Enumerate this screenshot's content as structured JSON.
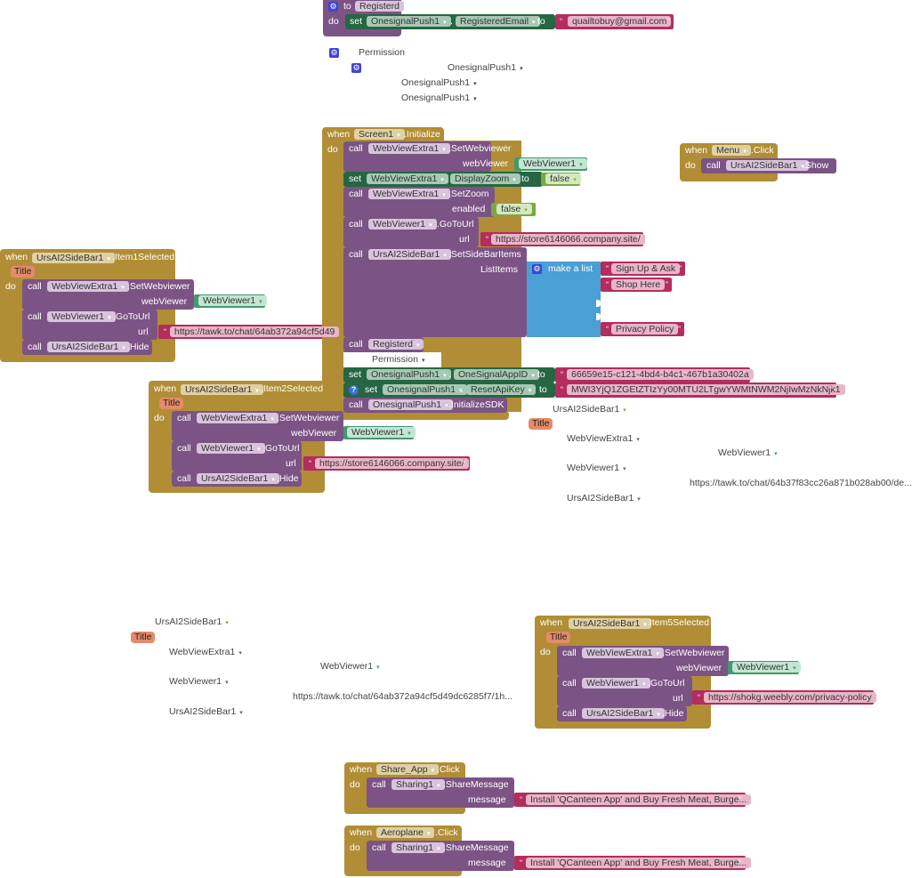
{
  "procedure_registerd": {
    "to_kw": "to",
    "name": "Registerd",
    "do_kw": "do",
    "set_kw": "set",
    "component": "OnesignalPush1",
    "property": "RegisteredEmail",
    "to2_kw": "to",
    "value": "quailtobuy@gmail.com"
  },
  "ghost_permission": {
    "label": "Permission",
    "lines": [
      "OnesignalPush1",
      "OnesignalPush1",
      "OnesignalPush1"
    ]
  },
  "screen_init": {
    "when_kw": "when",
    "component": "Screen1",
    "event": ".Initialize",
    "do_kw": "do",
    "stmts": {
      "s1": {
        "kw": "call",
        "component": "WebViewExtra1",
        "method": ".SetWebviewer",
        "arg_name": "webViewer",
        "arg_value": "WebViewer1"
      },
      "s2": {
        "kw": "set",
        "component": "WebViewExtra1",
        "property": "DisplayZoom",
        "to_kw": "to",
        "value": "false"
      },
      "s3": {
        "kw": "call",
        "component": "WebViewExtra1",
        "method": ".SetZoom",
        "arg_name": "enabled",
        "arg_value": "false"
      },
      "s4": {
        "kw": "call",
        "component": "WebViewer1",
        "method": ".GoToUrl",
        "arg_name": "url",
        "arg_value": "https://store6146066.company.site/"
      },
      "s5": {
        "kw": "call",
        "component": "UrsAI2SideBar1",
        "method": ".SetSideBarItems",
        "arg_name": "ListItems",
        "list_label": "make a list",
        "items": [
          "Sign Up & Ask",
          "Shop Here",
          "Privacy Policy"
        ]
      },
      "s6": {
        "kw": "call",
        "procedure": "Registerd",
        "arg_name": "Permission"
      },
      "s7": {
        "kw": "set",
        "component": "OnesignalPush1",
        "property": "OneSignalAppID",
        "to_kw": "to",
        "value": "66659e15-c121-4bd4-b4c1-467b1a30402a"
      },
      "s8": {
        "kw": "set",
        "component": "OnesignalPush1",
        "property": "ResetApiKey",
        "to_kw": "to",
        "value": "MWI3YjQ1ZGEtZTIzYy00MTU2LTgwYWMtNWM2NjIwMzNkNjk1"
      },
      "s9": {
        "kw": "call",
        "component": "OnesignalPush1",
        "method": ".InitializeSDK"
      }
    }
  },
  "menu_click": {
    "when_kw": "when",
    "component": "Menu",
    "event": ".Click",
    "do_kw": "do",
    "call_kw": "call",
    "call_component": "UrsAI2SideBar1",
    "call_method": ".Show"
  },
  "item1": {
    "when_kw": "when",
    "component": "UrsAI2SideBar1",
    "event": ".Item1Selected",
    "param": "Title",
    "do_kw": "do",
    "c1_kw": "call",
    "c1_component": "WebViewExtra1",
    "c1_method": ".SetWebviewer",
    "c1_arg": "webViewer",
    "c1_value": "WebViewer1",
    "c2_kw": "call",
    "c2_component": "WebViewer1",
    "c2_method": ".GoToUrl",
    "c2_arg": "url",
    "c2_value": "https://tawk.to/chat/64ab372a94cf5d49",
    "c3_kw": "call",
    "c3_component": "UrsAI2SideBar1",
    "c3_method": ".Hide"
  },
  "item2": {
    "when_kw": "when",
    "component": "UrsAI2SideBar1",
    "event": ".Item2Selected",
    "param": "Title",
    "do_kw": "do",
    "c1_kw": "call",
    "c1_component": "WebViewExtra1",
    "c1_method": ".SetWebviewer",
    "c1_arg": "webViewer",
    "c1_value": "WebViewer1",
    "c2_kw": "call",
    "c2_component": "WebViewer1",
    "c2_method": ".GoToUrl",
    "c2_arg": "url",
    "c2_value": "https://store6146066.company.site/",
    "c3_kw": "call",
    "c3_component": "UrsAI2SideBar1",
    "c3_method": ".Hide"
  },
  "ghost_right": {
    "component": "UrsAI2SideBar1",
    "param": "Title",
    "l1": "WebViewExtra1",
    "l2": "WebViewer1",
    "l3": "WebViewer1",
    "l4": "https://tawk.to/chat/64b37f83cc26a871b028ab00/de...",
    "l5": "UrsAI2SideBar1"
  },
  "ghost_left": {
    "component": "UrsAI2SideBar1",
    "param": "Title",
    "l1": "WebViewExtra1",
    "l2": "WebViewer1",
    "l3": "WebViewer1",
    "l4": "https://tawk.to/chat/64ab372a94cf5d49dc6285f7/1h...",
    "l5": "UrsAI2SideBar1"
  },
  "item5": {
    "when_kw": "when",
    "component": "UrsAI2SideBar1",
    "event": ".Item5Selected",
    "param": "Title",
    "do_kw": "do",
    "c1_kw": "call",
    "c1_component": "WebViewExtra1",
    "c1_method": ".SetWebviewer",
    "c1_arg": "webViewer",
    "c1_value": "WebViewer1",
    "c2_kw": "call",
    "c2_component": "WebViewer1",
    "c2_method": ".GoToUrl",
    "c2_arg": "url",
    "c2_value": "https://shokg.weebly.com/privacy-policy",
    "c3_kw": "call",
    "c3_component": "UrsAI2SideBar1",
    "c3_method": ".Hide"
  },
  "share_app": {
    "when_kw": "when",
    "component": "Share_App",
    "event": ".Click",
    "do_kw": "do",
    "call_kw": "call",
    "call_component": "Sharing1",
    "call_method": ".ShareMessage",
    "arg": "message",
    "value": "Install 'QCanteen App' and Buy Fresh Meat, Burge..."
  },
  "aeroplane": {
    "when_kw": "when",
    "component": "Aeroplane",
    "event": ".Click",
    "do_kw": "do",
    "call_kw": "call",
    "call_component": "Sharing1",
    "call_method": ".ShareMessage",
    "arg": "message",
    "value": "Install 'QCanteen App' and Buy Fresh Meat, Burge..."
  },
  "icons": {
    "gear": "⚙",
    "question": "?",
    "dropdown": "▾",
    "quote": "“"
  }
}
